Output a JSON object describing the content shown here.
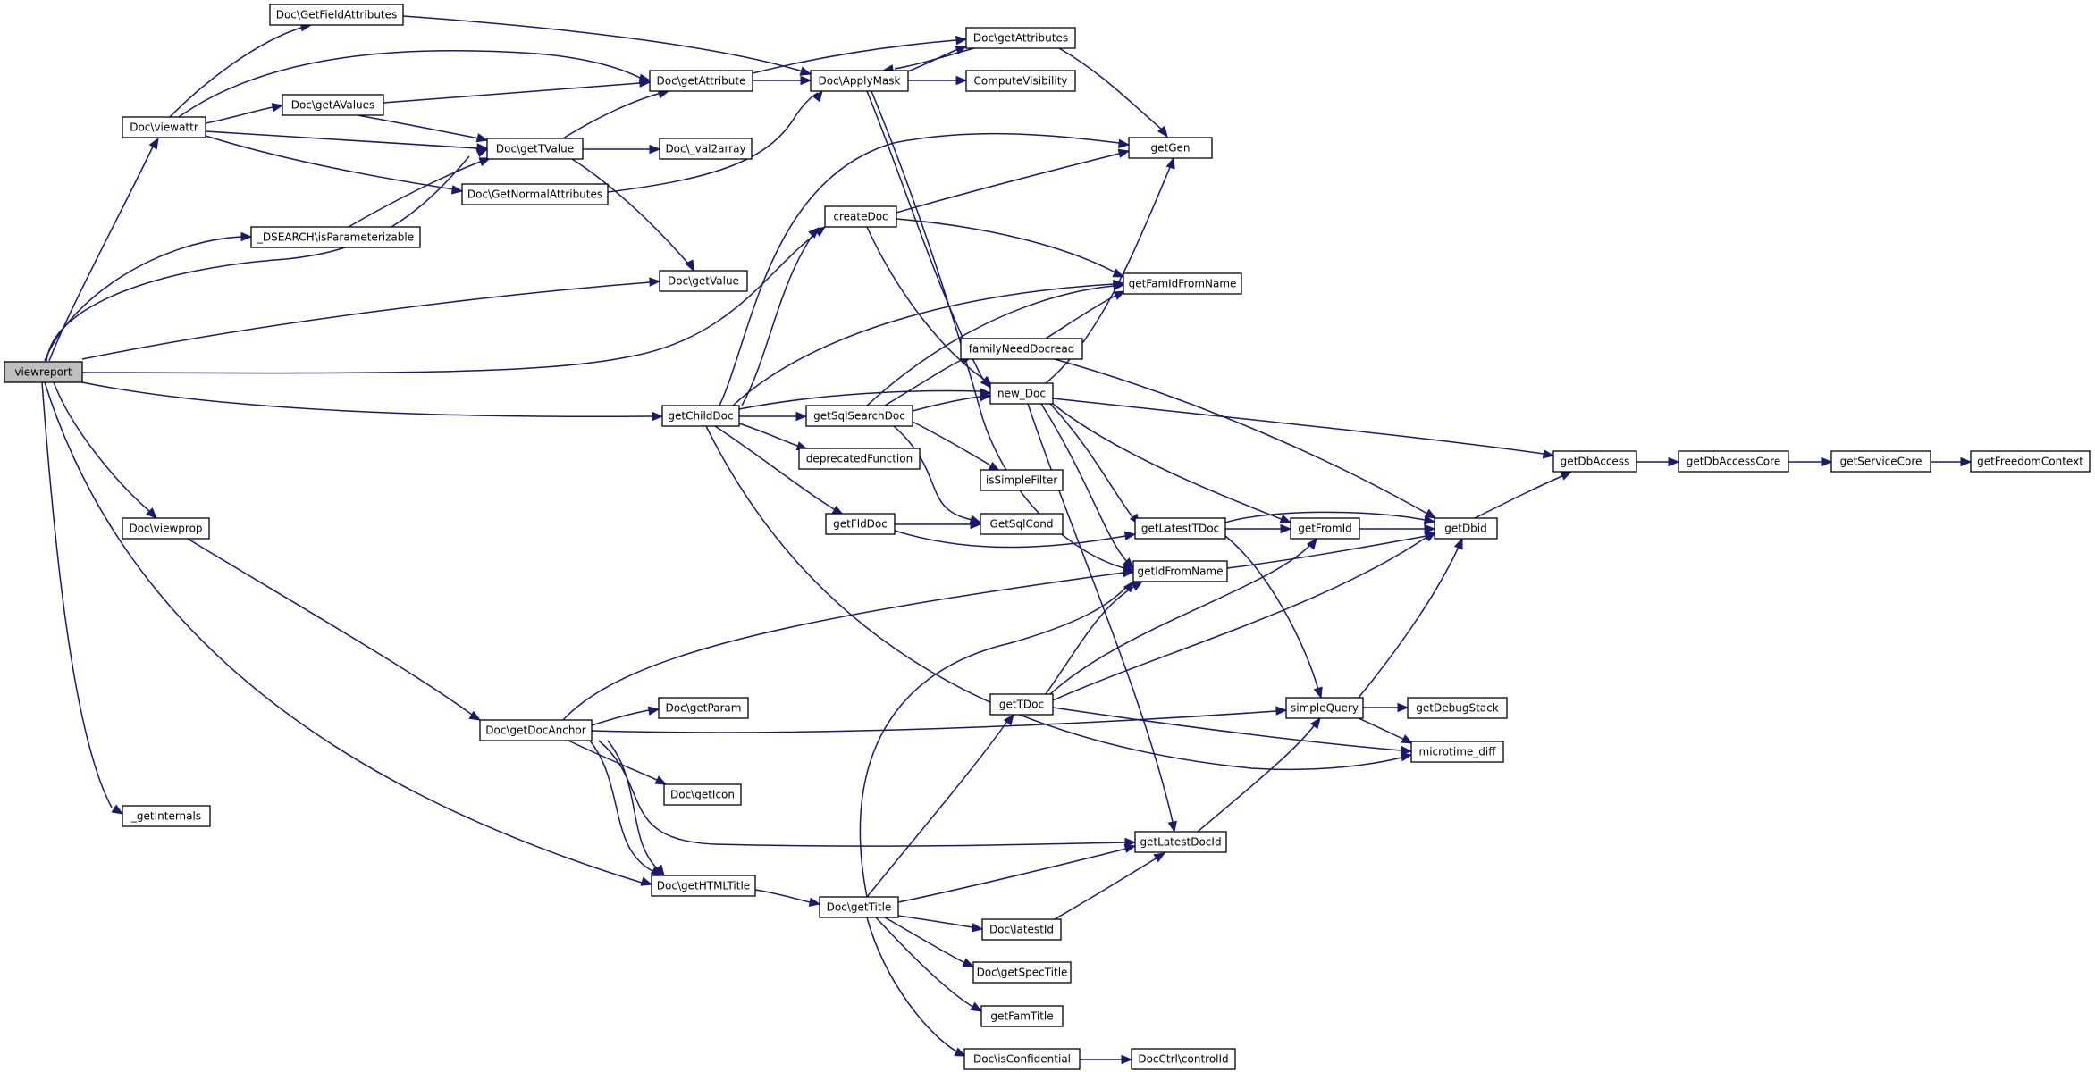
{
  "graph": {
    "edge_color": "#191970",
    "root_fill": "#bfbfbf",
    "nodes": [
      {
        "id": "viewreport",
        "label": "viewreport",
        "root": true
      },
      {
        "id": "viewattr",
        "label": "Doc\\viewattr"
      },
      {
        "id": "getFieldAttributes",
        "label": "Doc\\GetFieldAttributes"
      },
      {
        "id": "getAttribute",
        "label": "Doc\\getAttribute"
      },
      {
        "id": "getAValues",
        "label": "Doc\\getAValues"
      },
      {
        "id": "getTValue",
        "label": "Doc\\getTValue"
      },
      {
        "id": "getNormalAttributes",
        "label": "Doc\\GetNormalAttributes"
      },
      {
        "id": "isParameterizable",
        "label": "_DSEARCH\\isParameterizable"
      },
      {
        "id": "getValue",
        "label": "Doc\\getValue"
      },
      {
        "id": "val2array",
        "label": "Doc\\_val2array"
      },
      {
        "id": "applyMask",
        "label": "Doc\\ApplyMask"
      },
      {
        "id": "getAttributes",
        "label": "Doc\\getAttributes"
      },
      {
        "id": "computeVisibility",
        "label": "ComputeVisibility"
      },
      {
        "id": "getGen",
        "label": "getGen"
      },
      {
        "id": "createDoc",
        "label": "createDoc"
      },
      {
        "id": "getFamIdFromName",
        "label": "getFamIdFromName"
      },
      {
        "id": "familyNeedDocread",
        "label": "familyNeedDocread"
      },
      {
        "id": "newDoc",
        "label": "new_Doc"
      },
      {
        "id": "getChildDoc",
        "label": "getChildDoc"
      },
      {
        "id": "getSqlSearchDoc",
        "label": "getSqlSearchDoc"
      },
      {
        "id": "deprecatedFunction",
        "label": "deprecatedFunction"
      },
      {
        "id": "isSimpleFilter",
        "label": "isSimpleFilter"
      },
      {
        "id": "getFldDoc",
        "label": "getFldDoc"
      },
      {
        "id": "getSqlCond",
        "label": "GetSqlCond"
      },
      {
        "id": "getLatestTDoc",
        "label": "getLatestTDoc"
      },
      {
        "id": "getFromId",
        "label": "getFromId"
      },
      {
        "id": "getDbid",
        "label": "getDbid"
      },
      {
        "id": "getIdFromName",
        "label": "getIdFromName"
      },
      {
        "id": "getDbAccess",
        "label": "getDbAccess"
      },
      {
        "id": "getDbAccessCore",
        "label": "getDbAccessCore"
      },
      {
        "id": "getServiceCore",
        "label": "getServiceCore"
      },
      {
        "id": "getFreedomContext",
        "label": "getFreedomContext"
      },
      {
        "id": "viewprop",
        "label": "Doc\\viewprop"
      },
      {
        "id": "getDocAnchor",
        "label": "Doc\\getDocAnchor"
      },
      {
        "id": "getParam",
        "label": "Doc\\getParam"
      },
      {
        "id": "getIcon",
        "label": "Doc\\getIcon"
      },
      {
        "id": "getHTMLTitle",
        "label": "Doc\\getHTMLTitle"
      },
      {
        "id": "getTitle",
        "label": "Doc\\getTitle"
      },
      {
        "id": "getTDoc",
        "label": "getTDoc"
      },
      {
        "id": "simpleQuery",
        "label": "simpleQuery"
      },
      {
        "id": "getDebugStack",
        "label": "getDebugStack"
      },
      {
        "id": "microtimeDiff",
        "label": "microtime_diff"
      },
      {
        "id": "getLatestDocId",
        "label": "getLatestDocId"
      },
      {
        "id": "latestId",
        "label": "Doc\\latestId"
      },
      {
        "id": "getSpecTitle",
        "label": "Doc\\getSpecTitle"
      },
      {
        "id": "getFamTitle",
        "label": "getFamTitle"
      },
      {
        "id": "isConfidential",
        "label": "Doc\\isConfidential"
      },
      {
        "id": "controlId",
        "label": "DocCtrl\\controlId"
      },
      {
        "id": "getInternals",
        "label": "_getInternals"
      }
    ]
  }
}
